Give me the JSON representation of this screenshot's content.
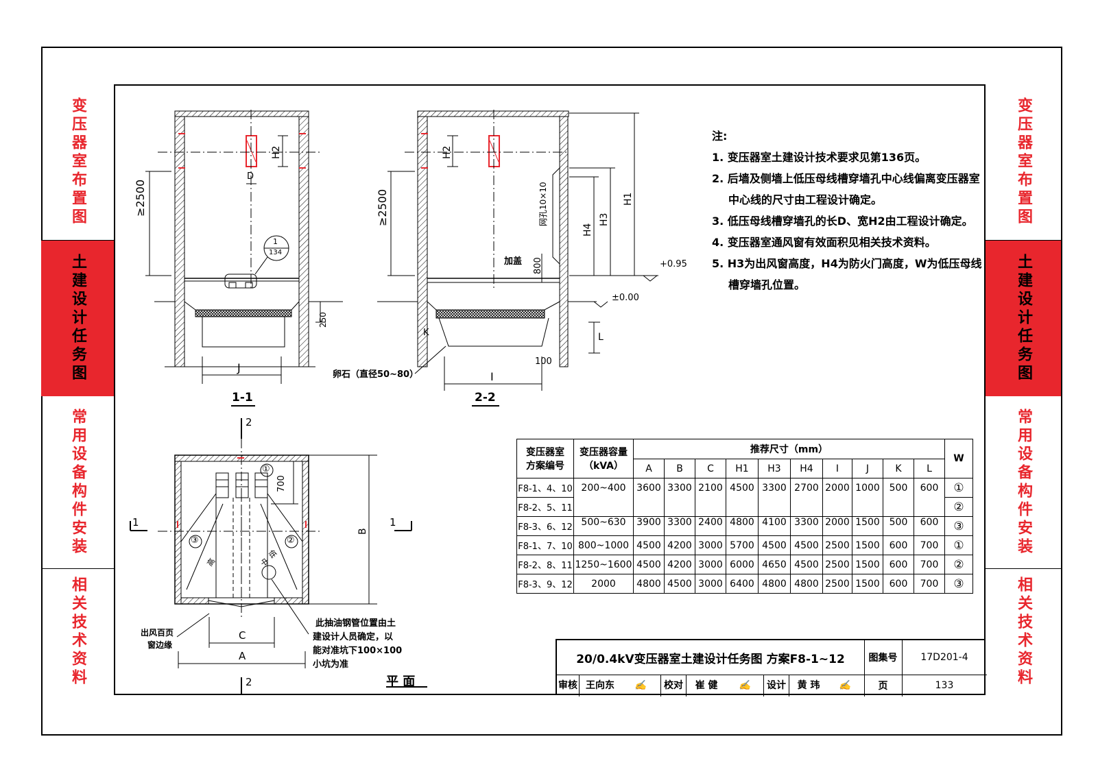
{
  "side_tabs_left": [
    {
      "label": "变压器室布置图",
      "style": "red-text"
    },
    {
      "label": "土建设计任务图",
      "style": "red-bg"
    },
    {
      "label": "常用设备构件安装",
      "style": "red-text"
    },
    {
      "label": "相关技术资料",
      "style": "red-text"
    }
  ],
  "side_tabs_right": [
    {
      "label": "变压器室布置图",
      "style": "red-text"
    },
    {
      "label": "土建设计任务图",
      "style": "red-bg"
    },
    {
      "label": "常用设备构件安装",
      "style": "red-text"
    },
    {
      "label": "相关技术资料",
      "style": "red-text"
    }
  ],
  "notes": {
    "heading": "注:",
    "items": [
      "1. 变压器室土建设计技术要求见第136页。",
      "2. 后墙及侧墙上低压母线槽穿墙孔中心线偏离变压器室",
      "中心线的尺寸由工程设计确定。",
      "3. 低压母线槽穿墙孔的长D、宽H2由工程设计确定。",
      "4. 变压器室通风窗有效面积见相关技术资料。",
      "5. H3为出风窗高度，H4为防火门高度，W为低压母线",
      "槽穿墙孔位置。"
    ]
  },
  "drawing_labels": {
    "section_1": "1-1",
    "section_2": "2-2",
    "plan": "平  面",
    "dim_2500_a": "≥2500",
    "dim_2500_b": "≥2500",
    "h2_a": "H2",
    "h2_b": "H2",
    "d": "D",
    "j": "J",
    "i": "I",
    "k": "K",
    "l": "L",
    "h1": "H1",
    "h3": "H3",
    "h4": "H4",
    "dim_250": "250",
    "dim_100": "100",
    "dim_800": "800",
    "dim_700": "700",
    "b": "B",
    "c": "C",
    "a": "A",
    "elev_095": "+0.95",
    "elev_000": "±0.00",
    "ref_top": "1",
    "ref_bottom": "134",
    "jiagai": "加盖",
    "steel_mesh": "网孔10×10",
    "gravel": "卵石（直径50~80）",
    "vent_edge_1": "出风百页",
    "vent_edge_2": "窗边缘",
    "oil_pipe_1": "此抽油钢管位置由土",
    "oil_pipe_2": "建设计人员确定，以",
    "oil_pipe_3": "能对准坑下100×100",
    "oil_pipe_4": "小坑为准",
    "cut_1": "1",
    "cut_2": "2",
    "circ_1": "①",
    "circ_2": "②",
    "circ_3": "③",
    "gao": "高",
    "zhong": "中",
    "di": "低"
  },
  "table": {
    "headers": {
      "scheme": "变压器室",
      "scheme2": "方案编号",
      "capacity": "变压器容量",
      "capacity2": "（kVA）",
      "recommended": "推荐尺寸（mm）",
      "w": "W"
    },
    "dim_cols": [
      "A",
      "B",
      "C",
      "H1",
      "H3",
      "H4",
      "I",
      "J",
      "K",
      "L"
    ],
    "rows": [
      {
        "scheme": "F8-1、4、10",
        "capacity": "200~400",
        "dims": [
          "3600",
          "3300",
          "2100",
          "4500",
          "3300",
          "2700",
          "2000",
          "1000",
          "500",
          "600"
        ],
        "w": "①"
      },
      {
        "scheme": "F8-2、5、11",
        "capacity": "",
        "dims": [],
        "w": "②"
      },
      {
        "scheme": "F8-3、6、12",
        "capacity": "500~630",
        "dims": [
          "3900",
          "3300",
          "2400",
          "4800",
          "4100",
          "3300",
          "2000",
          "1500",
          "500",
          "600"
        ],
        "w": "③"
      },
      {
        "scheme": "F8-1、7、10",
        "capacity": "800~1000",
        "dims": [
          "4500",
          "4200",
          "3000",
          "5700",
          "4500",
          "4500",
          "2500",
          "1500",
          "600",
          "700"
        ],
        "w": "①"
      },
      {
        "scheme": "F8-2、8、11",
        "capacity": "1250~1600",
        "dims": [
          "4500",
          "4200",
          "3000",
          "6000",
          "4650",
          "4500",
          "2500",
          "1500",
          "600",
          "700"
        ],
        "w": "②"
      },
      {
        "scheme": "F8-3、9、12",
        "capacity": "2000",
        "dims": [
          "4800",
          "4500",
          "3000",
          "6400",
          "4800",
          "4800",
          "2500",
          "1500",
          "600",
          "700"
        ],
        "w": "③"
      }
    ]
  },
  "title_block": {
    "title": "20/0.4kV变压器室土建设计任务图  方案F8-1~12",
    "atlas_label": "图集号",
    "atlas_no": "17D201-4",
    "review_label": "审核",
    "review_name": "王向东",
    "check_label": "校对",
    "check_name": "崔  健",
    "design_label": "设计",
    "design_name": "黄  玮",
    "page_label": "页",
    "page_no": "133"
  }
}
